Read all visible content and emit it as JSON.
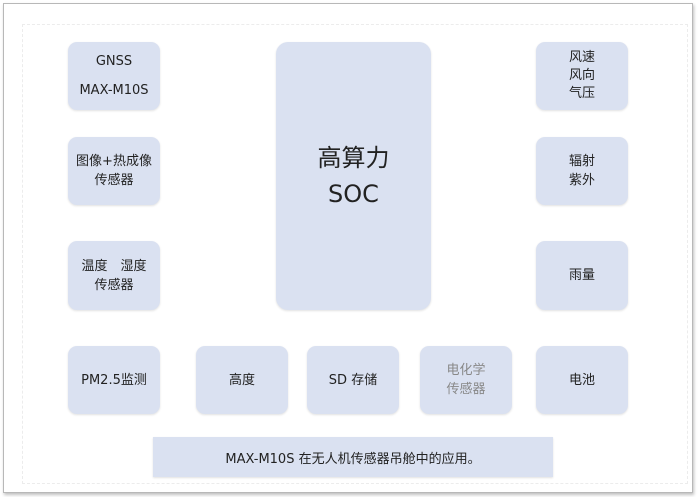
{
  "boxes": {
    "gnss": [
      "GNSS",
      "MAX-M10S"
    ],
    "image_sensor": [
      "图像+热成像",
      "传感器"
    ],
    "humidity": [
      "温度　湿度",
      "传感器"
    ],
    "pm25": [
      "PM2.5监测"
    ],
    "soc": [
      "高算力",
      "SOC"
    ],
    "wind": [
      "风速",
      "风向",
      "气压"
    ],
    "radiation": [
      "辐射",
      "紫外"
    ],
    "rain": [
      "雨量"
    ],
    "altitude": [
      "高度"
    ],
    "sd": [
      "SD 存储"
    ],
    "electrochem": [
      "电化学",
      "传感器"
    ],
    "battery": [
      "电池"
    ]
  },
  "caption": "MAX-M10S 在无人机传感器吊舱中的应用。",
  "colors": {
    "box": "#dae1f1"
  }
}
